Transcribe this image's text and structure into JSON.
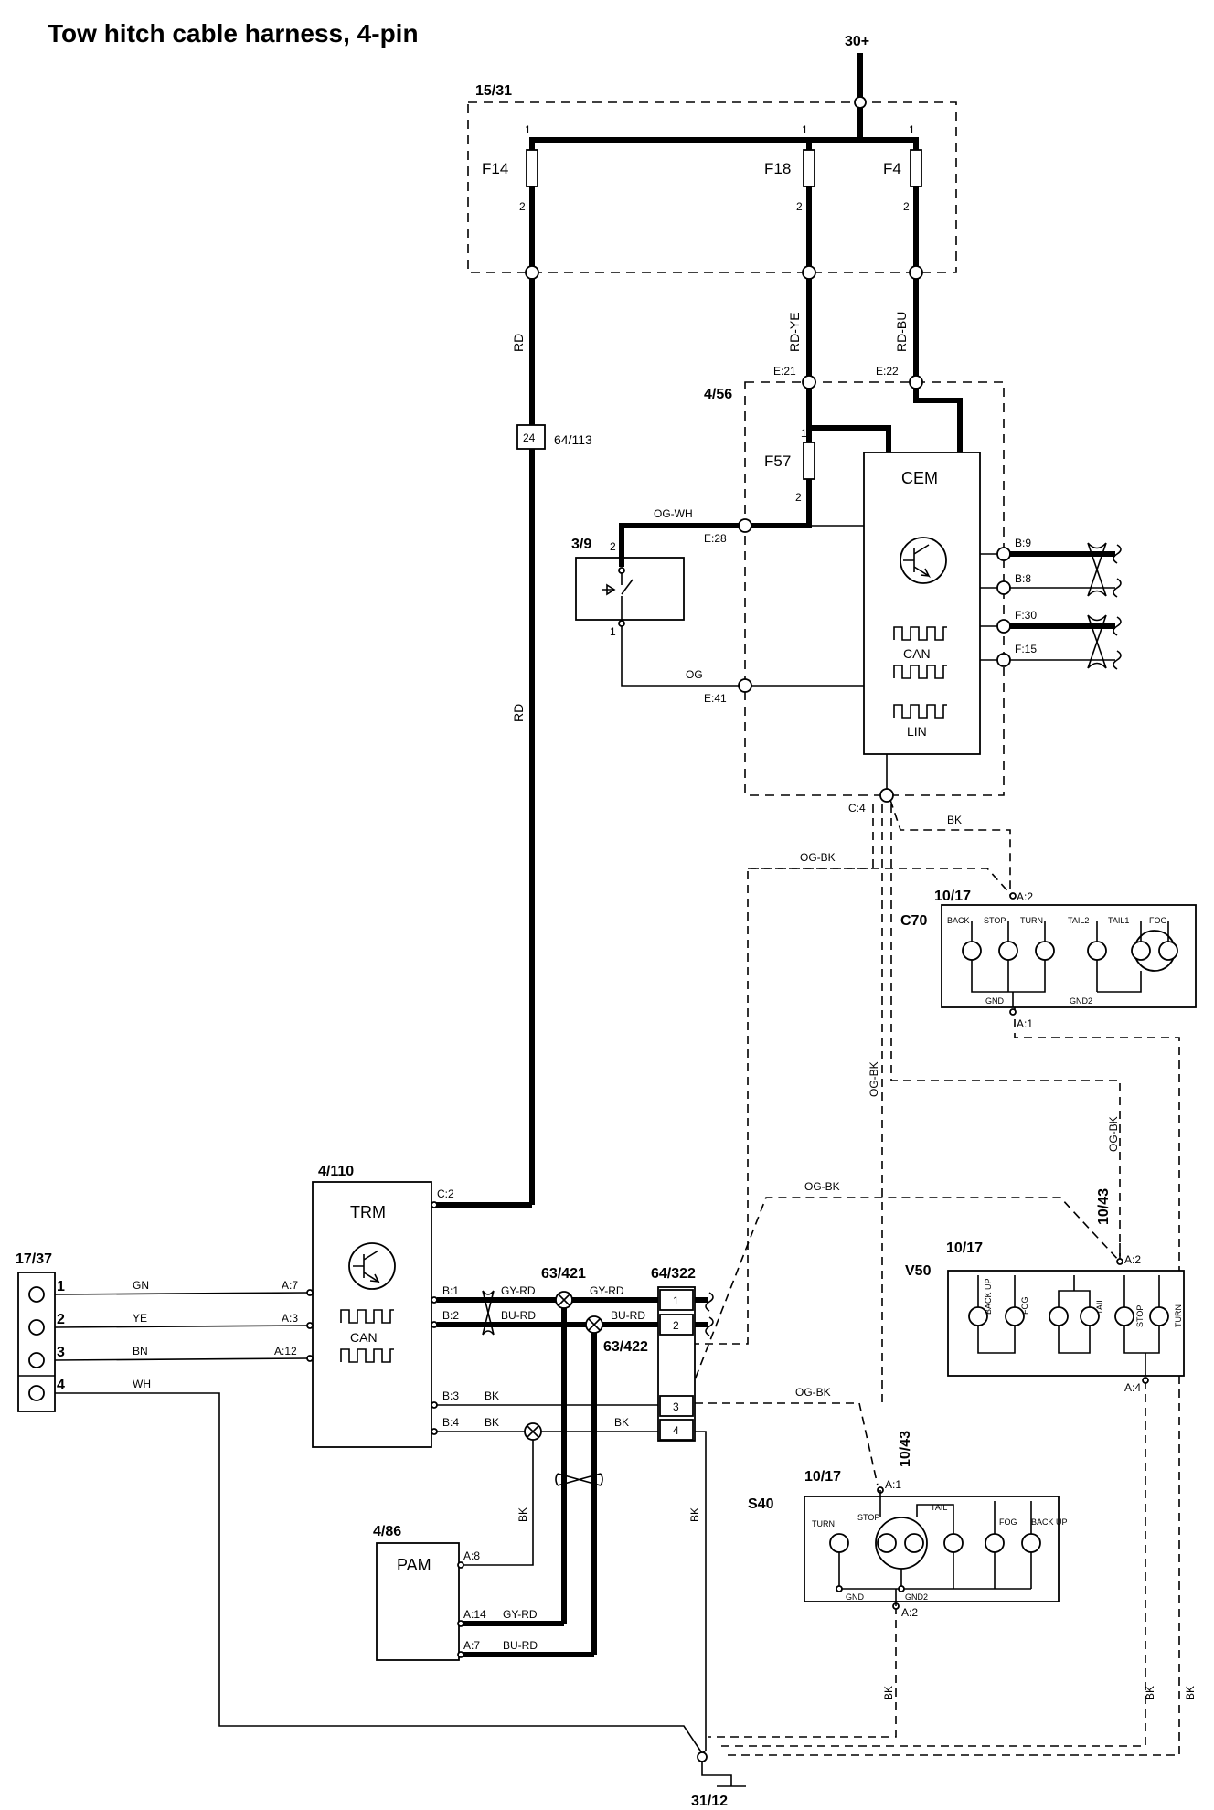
{
  "title": "Tow hitch cable harness, 4-pin",
  "supply": "30+",
  "ground": "31/12",
  "fusebox": {
    "ref": "15/31",
    "fuses": [
      {
        "name": "F14",
        "pin_top": "1",
        "pin_bottom": "2"
      },
      {
        "name": "F18",
        "pin_top": "1",
        "pin_bottom": "2"
      },
      {
        "name": "F4",
        "pin_top": "1",
        "pin_bottom": "2"
      }
    ]
  },
  "wires": {
    "rd": "RD",
    "rd_ye": "RD-YE",
    "rd_bu": "RD-BU",
    "og_wh": "OG-WH",
    "og": "OG",
    "bk": "BK",
    "og_bk": "OG-BK",
    "gn": "GN",
    "ye": "YE",
    "bn": "BN",
    "wh": "WH",
    "gy_rd": "GY-RD",
    "bu_rd": "BU-RD"
  },
  "splice": {
    "pin": "24",
    "ref": "64/113"
  },
  "cem": {
    "ref": "4/56",
    "name": "CEM",
    "fuse": "F57",
    "fuse_pin_top": "1",
    "fuse_pin_bottom": "2",
    "can": "CAN",
    "lin": "LIN",
    "pins": {
      "e21": "E:21",
      "e22": "E:22",
      "e28": "E:28",
      "e41": "E:41",
      "b9": "B:9",
      "b8": "B:8",
      "f30": "F:30",
      "f15": "F:15",
      "c4": "C:4"
    }
  },
  "switch": {
    "ref": "3/9",
    "pin_top": "2",
    "pin_bottom": "1"
  },
  "trm": {
    "ref": "4/110",
    "name": "TRM",
    "can": "CAN",
    "pins": {
      "c2": "C:2",
      "a7": "A:7",
      "a3": "A:3",
      "a12": "A:12",
      "b1": "B:1",
      "b2": "B:2",
      "b3": "B:3",
      "b4": "B:4"
    }
  },
  "socket": {
    "ref": "17/37",
    "pins": [
      "1",
      "2",
      "3",
      "4"
    ]
  },
  "splices": {
    "s421": "63/421",
    "s422": "63/422"
  },
  "connector": {
    "ref": "64/322",
    "pins": [
      "1",
      "2",
      "3",
      "4"
    ]
  },
  "pam": {
    "ref": "4/86",
    "name": "PAM",
    "pins": {
      "a8": "A:8",
      "a14": "A:14",
      "a7": "A:7"
    }
  },
  "lamps_c70": {
    "ref": "10/17",
    "model": "C70",
    "pin_top": "A:2",
    "pin_bottom": "A:1",
    "lamps": [
      "BACK",
      "STOP",
      "TURN",
      "TAIL2",
      "TAIL1",
      "FOG"
    ],
    "gnd": "GND",
    "gnd2": "GND2"
  },
  "lamps_v50": {
    "conn": "10/43",
    "ref": "10/17",
    "model": "V50",
    "pin_top": "A:2",
    "pin_bottom": "A:4",
    "lamps": [
      "BACK UP",
      "FOG",
      "TAIL",
      "STOP",
      "TURN"
    ]
  },
  "lamps_s40": {
    "conn": "10/43",
    "ref": "10/17",
    "model": "S40",
    "pin_top": "A:1",
    "pin_bottom": "A:2",
    "lamps": [
      "TURN",
      "STOP",
      "TAIL",
      "FOG",
      "BACK UP"
    ],
    "gnd": "GND",
    "gnd2": "GND2"
  }
}
